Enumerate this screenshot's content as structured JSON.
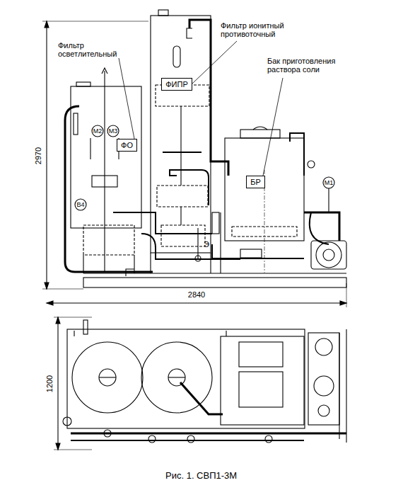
{
  "diagram": {
    "caption": "Рис. 1. СВП1-3М",
    "nodes": [
      {
        "text": [
          "ФО"
        ]
      },
      {
        "text": [
          "ФИПР"
        ]
      },
      {
        "text": [
          "БР"
        ]
      }
    ],
    "labels": [
      "Фильтр осветлительный",
      "Фильтр ионитный противоточный",
      "Бак приготовления раствора соли",
      "М2",
      "М3",
      "М1",
      "В4",
      "Э",
      "2970",
      "2840",
      "1200"
    ]
  }
}
